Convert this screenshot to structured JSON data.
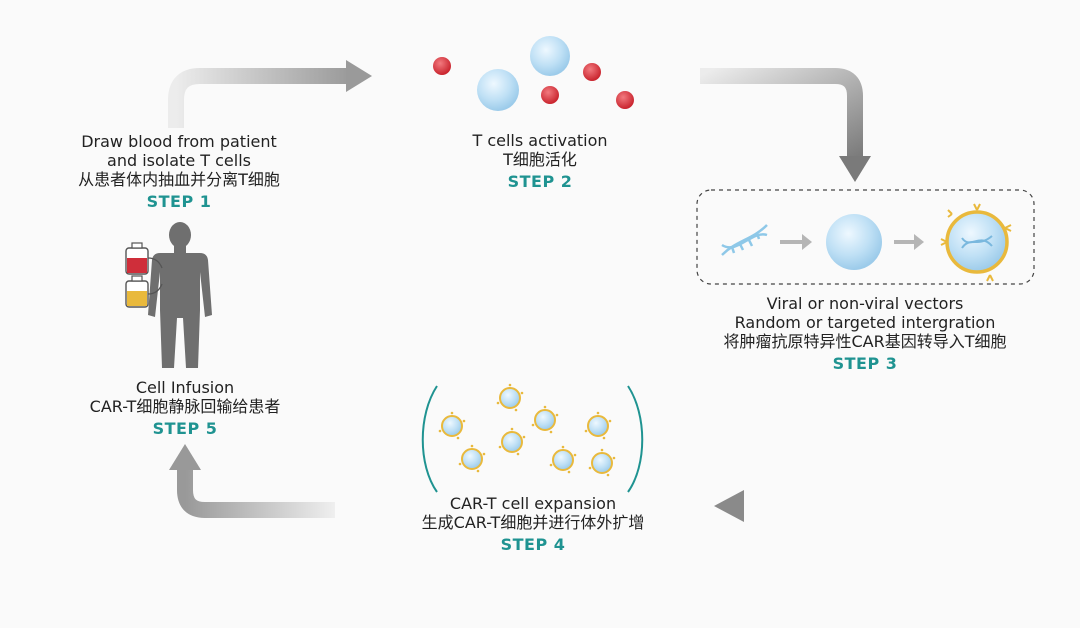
{
  "steps": {
    "step1": {
      "line1": "Draw blood from patient",
      "line2": "and isolate T cells",
      "zh": "从患者体内抽血并分离T细胞",
      "label": "STEP 1"
    },
    "step2": {
      "line1": "T cells activation",
      "zh": "T细胞活化",
      "label": "STEP 2"
    },
    "step3": {
      "line1": "Viral or non-viral vectors",
      "line2": "Random or targeted intergration",
      "zh": "将肿瘤抗原特异性CAR基因转导入T细胞",
      "label": "STEP 3"
    },
    "step4": {
      "line1": "CAR-T cell  expansion",
      "zh": "生成CAR-T细胞并进行体外扩增",
      "label": "STEP 4"
    },
    "step5": {
      "line1": "Cell Infusion",
      "zh": "CAR-T细胞静脉回输给患者",
      "label": "STEP 5"
    }
  },
  "colors": {
    "accent": "#1f9391",
    "arrow": "#8f8f8f",
    "cell_fill": "#bfe0f5",
    "red_cell": "#d9313b",
    "car_ring": "#e9b93c"
  },
  "icons": [
    "human-figure-icon",
    "blood-bag-icon",
    "dna-helix-icon",
    "t-cell-icon",
    "car-t-cell-icon",
    "red-blood-cell-icon"
  ]
}
